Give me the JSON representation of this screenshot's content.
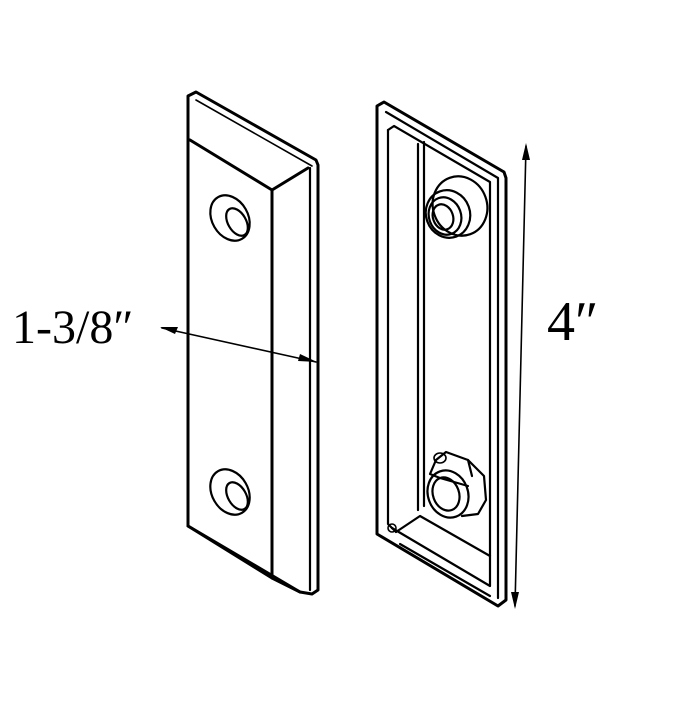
{
  "diagram": {
    "type": "technical-line-drawing",
    "subject": "strike plate pair (flat plate and recessed box plate)",
    "parts": [
      {
        "name": "flat-strike-plate",
        "holes": 2,
        "view": "isometric front"
      },
      {
        "name": "box-strike-plate",
        "bosses": 2,
        "view": "isometric back"
      }
    ],
    "dimensions": {
      "width_label": "1-3/8″",
      "height_label": "4″"
    },
    "colors": {
      "line": "#000000",
      "background": "#ffffff"
    }
  }
}
